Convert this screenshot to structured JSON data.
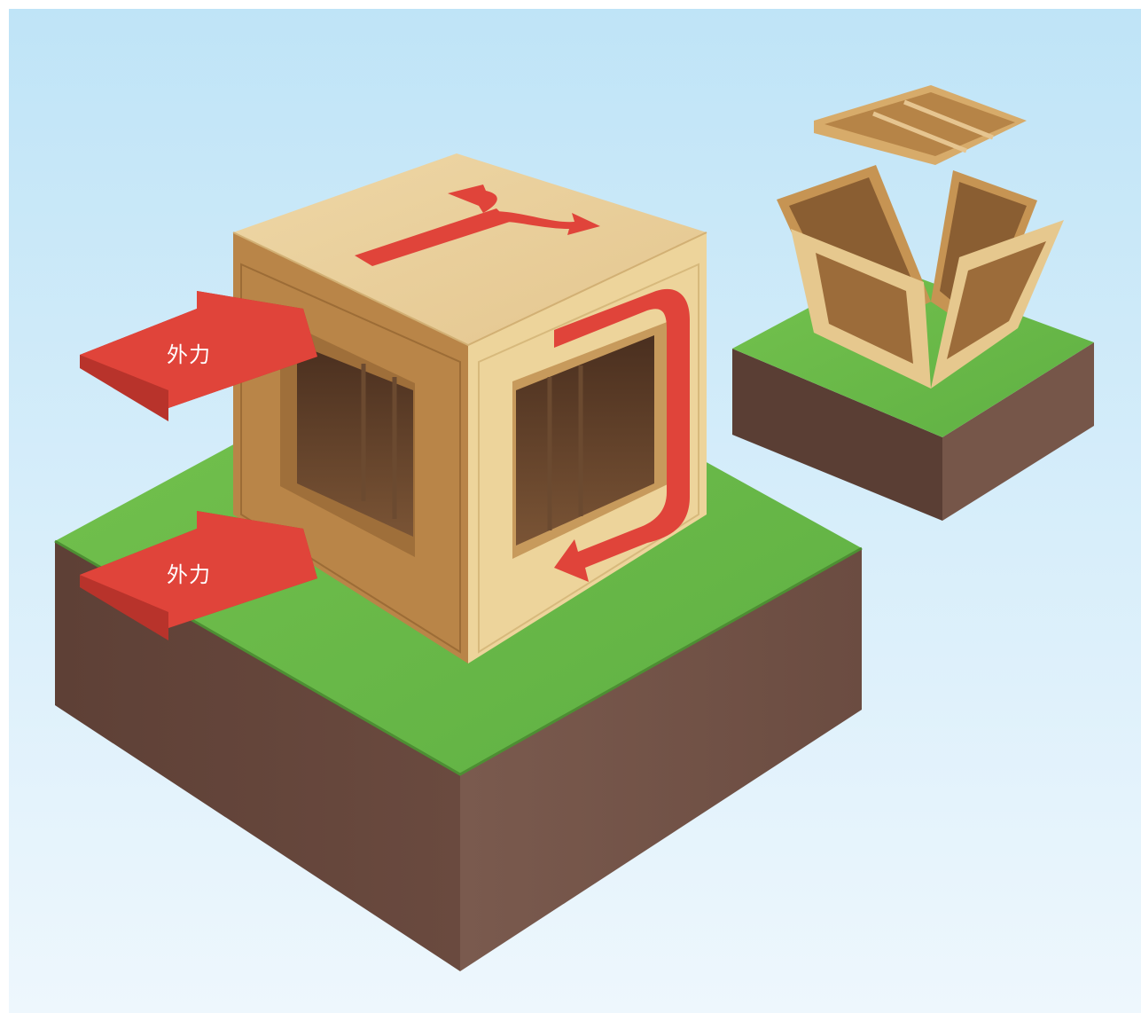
{
  "diagram": {
    "force_arrows": [
      {
        "label": "外力",
        "position": "upper"
      },
      {
        "label": "外力",
        "position": "lower"
      }
    ],
    "colors": {
      "sky_top": "#bfe4f7",
      "sky_bottom": "#eef7fd",
      "grass": "#6fbf4a",
      "soil": "#6e5046",
      "wood_light": "#ecd39f",
      "wood_dark": "#b98548",
      "arrow_red": "#e0443a"
    }
  }
}
